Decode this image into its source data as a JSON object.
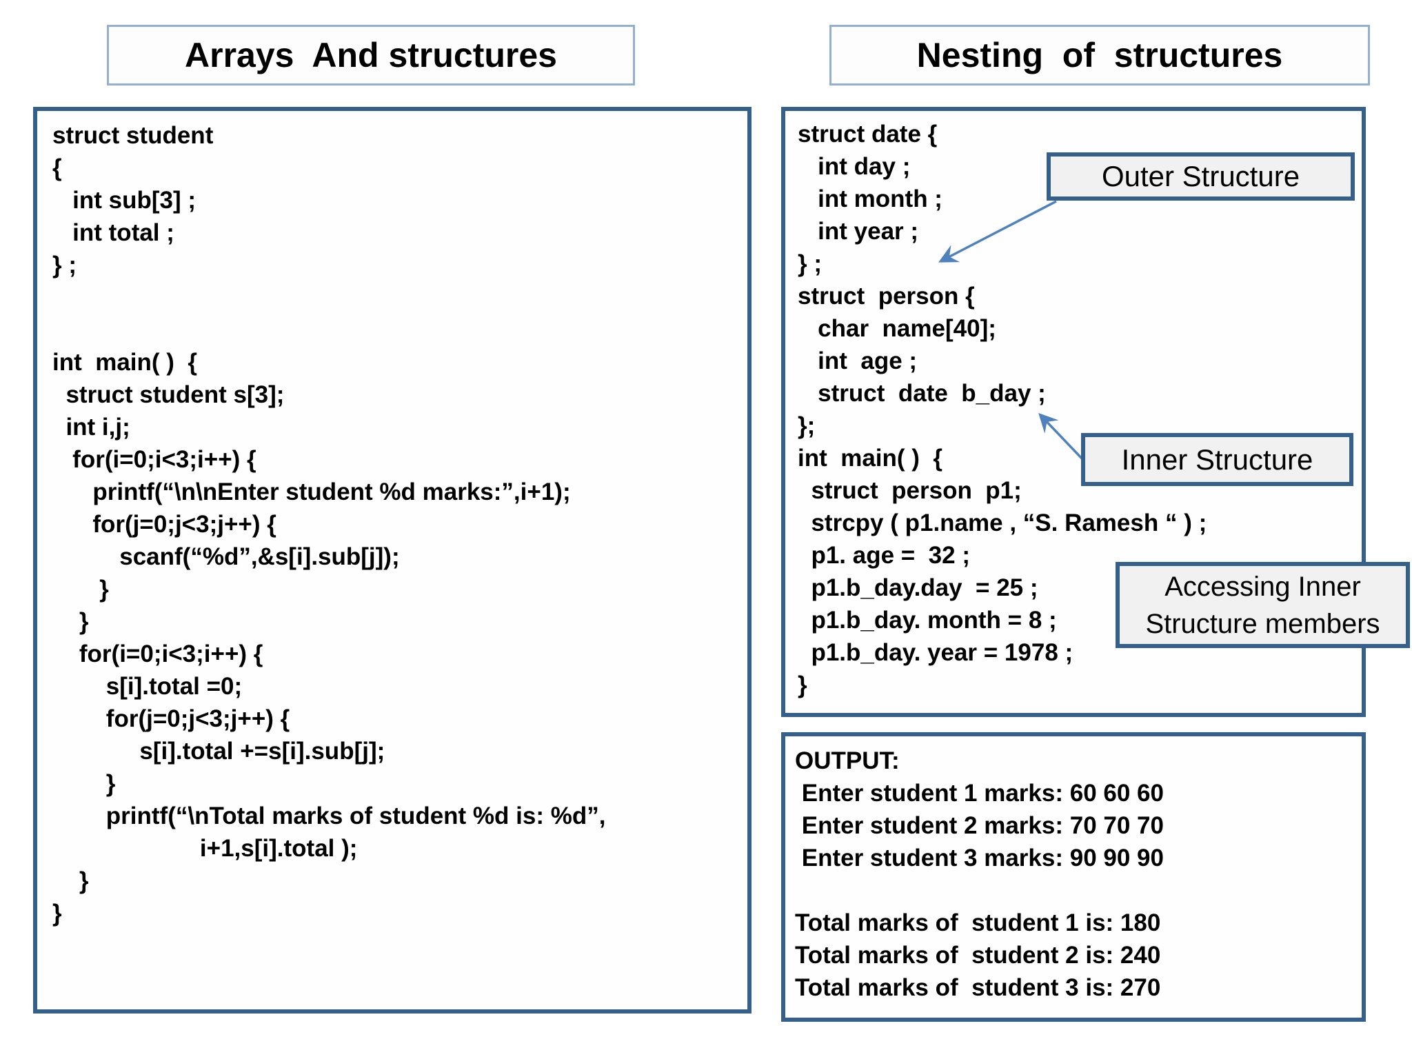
{
  "titles": {
    "left": "Arrays  And structures",
    "right": "Nesting  of  structures"
  },
  "arrays_panel": {
    "code_lines": [
      "struct student",
      "{",
      "   int sub[3] ;",
      "   int total ;",
      "} ;",
      "",
      "",
      "int  main( )  {",
      "  struct student s[3];",
      "  int i,j;",
      "   for(i=0;i<3;i++) {",
      "      printf(“\\n\\nEnter student %d marks:”,i+1);",
      "      for(j=0;j<3;j++) {",
      "          scanf(“%d”,&s[i].sub[j]);",
      "       }",
      "    }",
      "    for(i=0;i<3;i++) {",
      "        s[i].total =0;",
      "        for(j=0;j<3;j++) {",
      "             s[i].total +=s[i].sub[j];",
      "        }",
      "        printf(“\\nTotal marks of student %d is: %d”,",
      "                      i+1,s[i].total );",
      "    }",
      "}"
    ]
  },
  "nesting_panel": {
    "code_lines": [
      "struct date {",
      "   int day ;",
      "   int month ;",
      "   int year ;",
      "} ;",
      "struct  person {",
      "   char  name[40];",
      "   int  age ;",
      "   struct  date  b_day ;",
      "};",
      "int  main( )  {",
      "  struct  person  p1;",
      "  strcpy ( p1.name , “S. Ramesh “ ) ;",
      "  p1. age =  32 ;",
      "  p1.b_day.day  = 25 ;",
      "  p1.b_day. month = 8 ;",
      "  p1.b_day. year = 1978 ;",
      "}"
    ]
  },
  "output_panel": {
    "lines": [
      "OUTPUT:",
      " Enter student 1 marks: 60 60 60",
      " Enter student 2 marks: 70 70 70",
      " Enter student 3 marks: 90 90 90",
      "",
      "Total marks of  student 1 is: 180",
      "Total marks of  student 2 is: 240",
      "Total marks of  student 3 is: 270"
    ]
  },
  "callouts": {
    "outer": "Outer Structure",
    "inner": "Inner Structure",
    "accessing_line1": "Accessing Inner",
    "accessing_line2": "Structure members"
  },
  "colors": {
    "background": "#ffffff",
    "text": "#000000",
    "panel_border": "#35608c",
    "title_border": "#93afd4",
    "callout_fill": "#f1f1f1",
    "arrow": "#4f81bd"
  }
}
